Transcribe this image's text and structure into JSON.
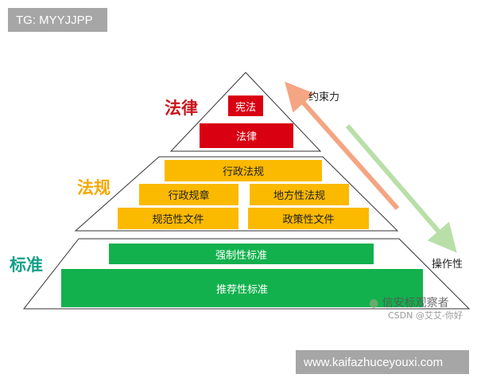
{
  "badges": {
    "top_left": "TG: MYYJJPP",
    "bottom_right": "www.kaifazhuceyouxi.com"
  },
  "tiers": {
    "law": {
      "label": "法律",
      "color": "#c8161d",
      "items": [
        "宪法",
        "法律"
      ]
    },
    "regulation": {
      "label": "法规",
      "color": "#f5a800",
      "items": [
        "行政法规",
        "行政规章",
        "地方性法规",
        "规范性文件",
        "政策性文件"
      ]
    },
    "standard": {
      "label": "标准",
      "color": "#14a088",
      "items": [
        "强制性标准",
        "推荐性标准"
      ]
    }
  },
  "arrows": {
    "constraint": {
      "label": "约束力",
      "color": "#f4a582"
    },
    "operability": {
      "label": "操作性",
      "color": "#b9dfa8"
    }
  },
  "watermark": {
    "account": "信安标观察者",
    "csdn": "CSDN @艾艾-你好"
  }
}
